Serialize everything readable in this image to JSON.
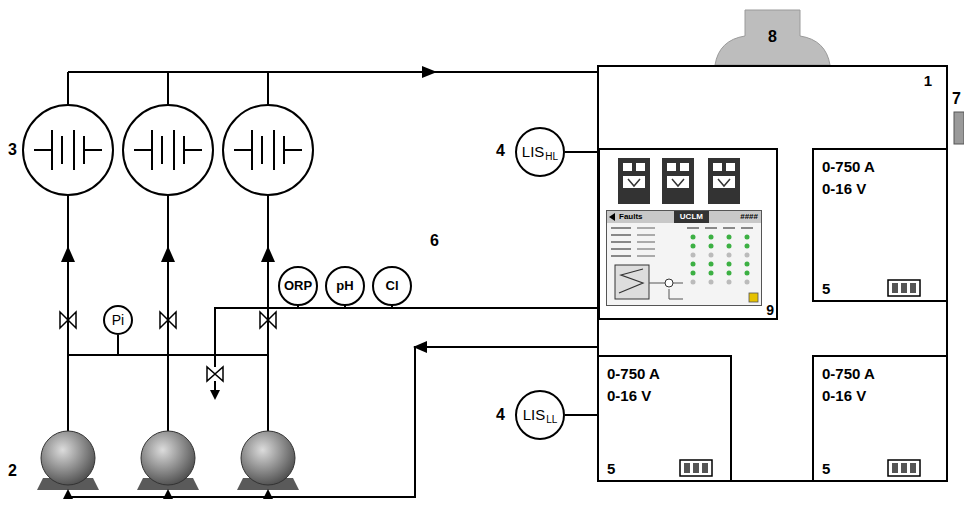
{
  "diagram": {
    "nodes": [
      {
        "text": [
          "8"
        ]
      },
      {
        "text": [
          "1"
        ]
      },
      {
        "text": [
          "0-750 A",
          "0-16 V",
          "5"
        ],
        "in": 1
      },
      {
        "text": [
          "9"
        ],
        "in": 1
      },
      {
        "text": [
          "Faults",
          "UCLM",
          "####"
        ],
        "in": 3
      },
      {
        "text": [
          "0-750 A",
          "0-16 V",
          "5"
        ],
        "in": 1
      },
      {
        "text": [
          "0-750 A",
          "0-16 V",
          "5"
        ],
        "in": 1
      },
      {
        "text": [
          "LIS",
          "HL"
        ]
      },
      {
        "text": [
          "Pi"
        ]
      },
      {
        "text": [
          "ORP"
        ]
      },
      {
        "text": [
          "pH"
        ]
      },
      {
        "text": [
          "Cl"
        ]
      },
      {
        "text": [
          "LIS",
          "LL"
        ]
      }
    ],
    "edges": [
      {
        "from": 7,
        "to": 3,
        "arrow": "none"
      },
      {
        "from": 12,
        "to": 5,
        "arrow": "none"
      }
    ],
    "labels": [
      "3",
      "2",
      "4",
      "4",
      "6",
      "7"
    ]
  }
}
